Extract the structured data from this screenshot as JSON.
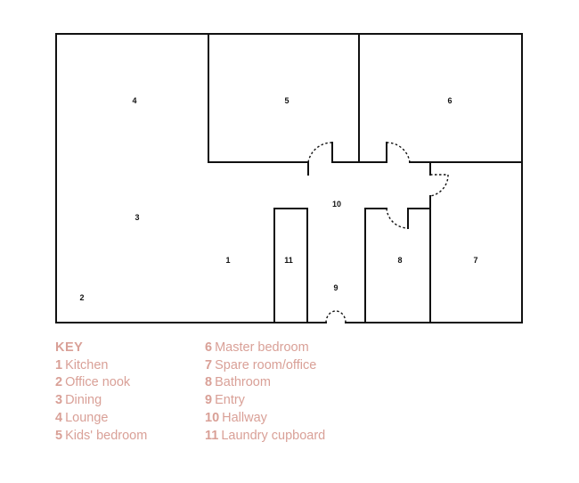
{
  "diagram": {
    "rooms": [
      {
        "id": "4",
        "label": "4"
      },
      {
        "id": "5",
        "label": "5"
      },
      {
        "id": "6",
        "label": "6"
      },
      {
        "id": "3",
        "label": "3"
      },
      {
        "id": "10",
        "label": "10"
      },
      {
        "id": "1",
        "label": "1"
      },
      {
        "id": "11",
        "label": "11"
      },
      {
        "id": "8",
        "label": "8"
      },
      {
        "id": "7",
        "label": "7"
      },
      {
        "id": "9",
        "label": "9"
      },
      {
        "id": "2",
        "label": "2"
      }
    ]
  },
  "key": {
    "title": "KEY",
    "items": [
      {
        "num": "1",
        "label": "Kitchen"
      },
      {
        "num": "2",
        "label": "Office nook"
      },
      {
        "num": "3",
        "label": "Dining"
      },
      {
        "num": "4",
        "label": "Lounge"
      },
      {
        "num": "5",
        "label": "Kids' bedroom"
      },
      {
        "num": "6",
        "label": "Master bedroom"
      },
      {
        "num": "7",
        "label": "Spare room/office"
      },
      {
        "num": "8",
        "label": "Bathroom"
      },
      {
        "num": "9",
        "label": "Entry"
      },
      {
        "num": "10",
        "label": "Hallway"
      },
      {
        "num": "11",
        "label": "Laundry cupboard"
      }
    ]
  },
  "colors": {
    "walls": "#111111",
    "key_text": "#d9a097",
    "background": "#ffffff"
  }
}
